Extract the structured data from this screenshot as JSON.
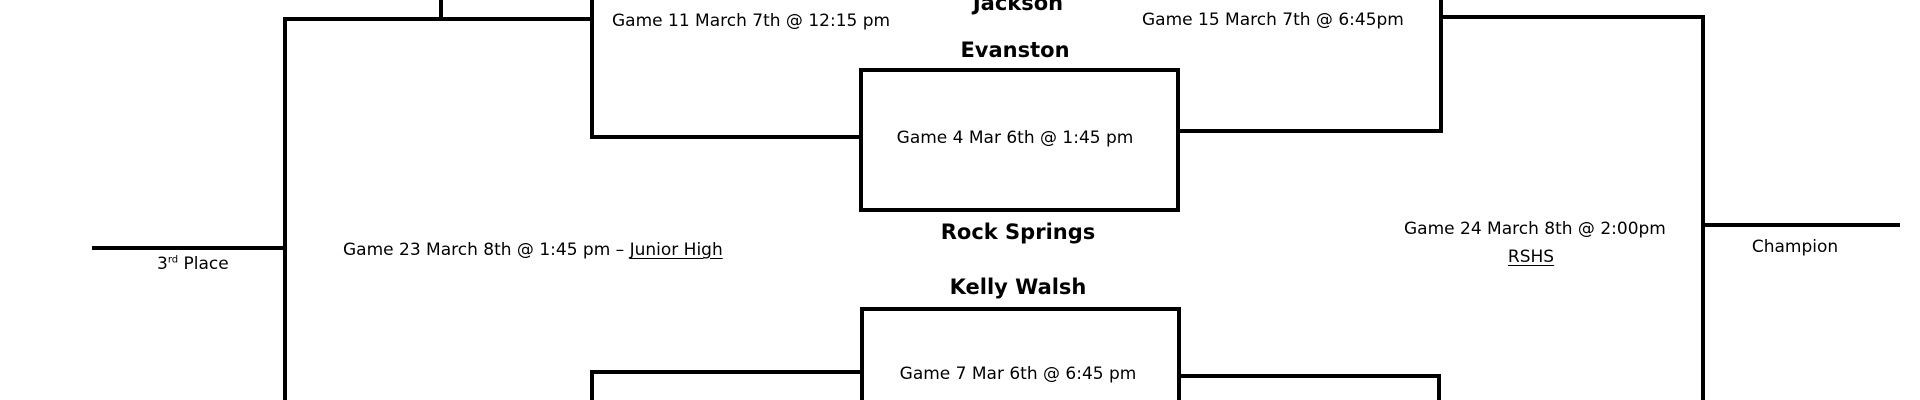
{
  "bracket": {
    "line_color": "#000000",
    "teams": {
      "top_cut": "Jackson",
      "evanston": "Evanston",
      "rock_springs": "Rock Springs",
      "kelly_walsh": "Kelly Walsh"
    },
    "games": {
      "game11": "Game 11 March 7th @ 12:15 pm",
      "game15": "Game 15 March 7th @ 6:45pm",
      "game4": "Game 4 Mar 6th @ 1:45 pm",
      "game7": "Game 7 Mar 6th @ 6:45 pm",
      "game23": "Game 23 March 8th @ 1:45 pm – ",
      "game23_venue": "Junior High",
      "game24": "Game 24 March 8th @ 2:00pm",
      "game24_venue": "RSHS"
    },
    "results": {
      "third_place_num": "3",
      "third_place_sup": "rd",
      "third_place_word": " Place",
      "champion": "Champion"
    }
  }
}
